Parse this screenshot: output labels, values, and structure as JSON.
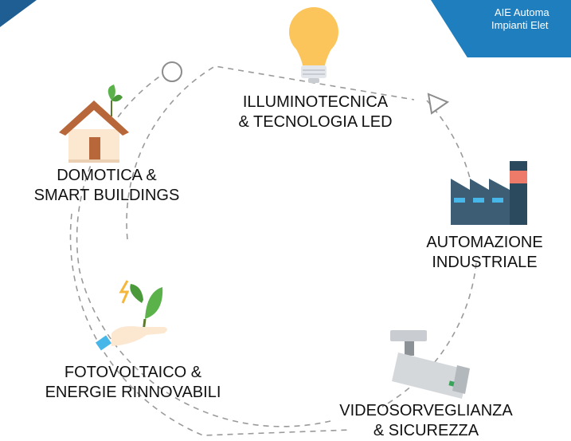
{
  "banner": {
    "line1": "AIE Automa",
    "line2": "Impianti Elet"
  },
  "sections": {
    "lighting": {
      "line1": "ILLUMINOTECNICA",
      "line2": "& TECNOLOGIA LED",
      "icon": "lightbulb-icon"
    },
    "domotics": {
      "line1": "DOMOTICA &",
      "line2": "SMART BUILDINGS",
      "icon": "house-icon"
    },
    "automation": {
      "line1": "AUTOMAZIONE",
      "line2": "INDUSTRIALE",
      "icon": "factory-icon"
    },
    "video": {
      "line1": "VIDEOSORVEGLIANZA",
      "line2": "& SICUREZZA",
      "icon": "security-camera-icon"
    },
    "solar": {
      "line1": "FOTOVOLTAICO &",
      "line2": "ENERGIE RINNOVABILI",
      "icon": "plant-in-hand-icon"
    }
  },
  "colors": {
    "banner": "#1f7fbe",
    "dashed_ring": "#9a9a9a",
    "bulb": "#fcc55b",
    "roof": "#b7673a",
    "house_wall": "#fce7d1",
    "factory": "#2c4a5e",
    "chimney_band": "#ee7b6a",
    "leaf": "#5bb24a",
    "camera": "#d5d8db"
  }
}
